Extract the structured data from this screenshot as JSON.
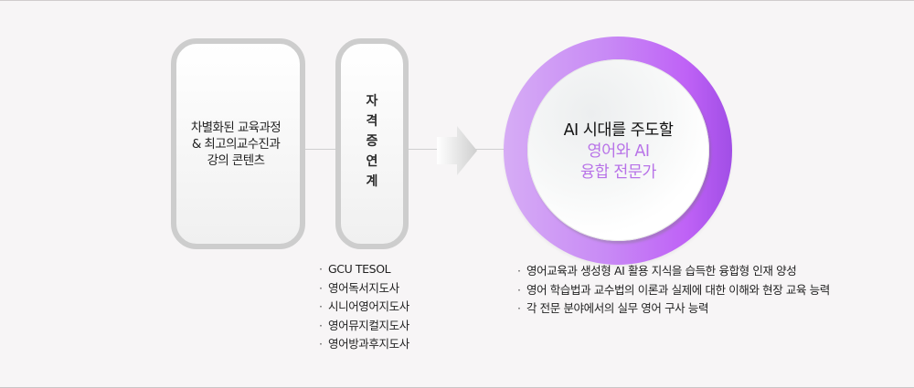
{
  "diagram": {
    "stage1": {
      "lines": [
        "차별화된 교육과정",
        "& 최고의교수진과",
        "강의 콘텐츠"
      ]
    },
    "stage2": {
      "chars": [
        "자",
        "격",
        "증",
        "연",
        "계"
      ],
      "items": [
        "GCU TESOL",
        "영어독서지도사",
        "시니어영어지도사",
        "영어뮤지컬지도사",
        "영어방과후지도사"
      ]
    },
    "goal": {
      "line1": "AI 시대를 주도할",
      "line2": "영어와 AI",
      "line3": "융합 전문가",
      "items": [
        "영어교육과 생성형 AI 활용 지식을 습득한 융합형 인재 양성",
        "영어 학습법과 교수법의 이론과 실제에 대한 이해와 현장 교육 능력",
        "각 전문 분야에서의 실무 영어 구사 능력"
      ]
    },
    "bullet": "·",
    "colors": {
      "background": "#f7f5f6",
      "box_border": "#cdcdcd",
      "ring_start": "#d6acf5",
      "ring_end": "#a14ee6",
      "accent_text": "#b873e8"
    }
  }
}
